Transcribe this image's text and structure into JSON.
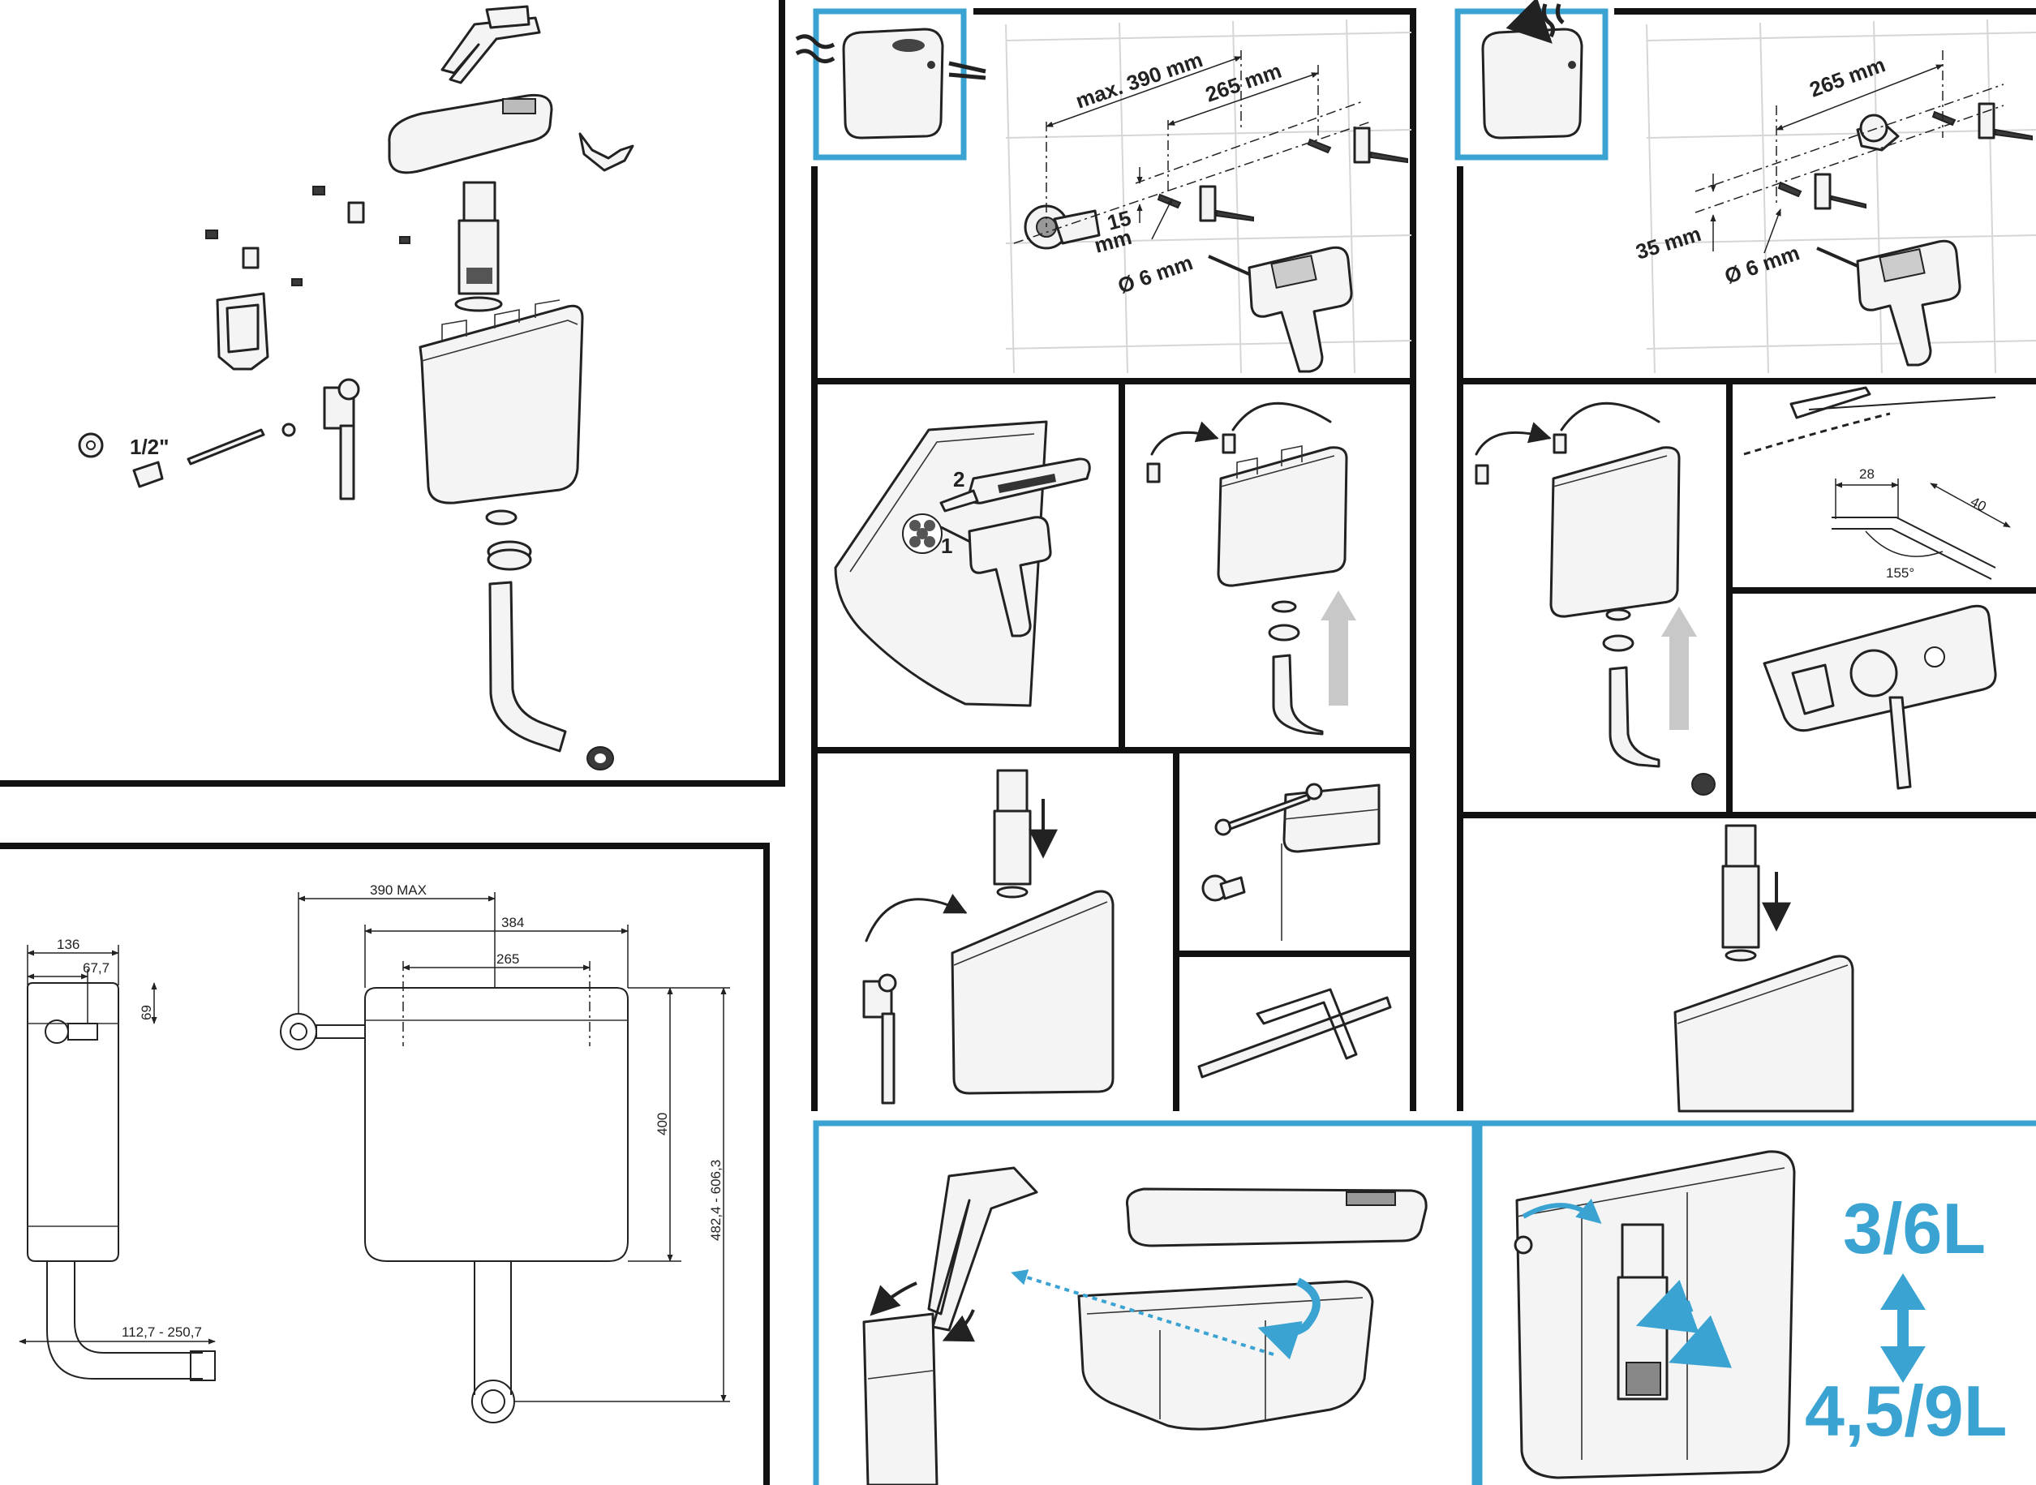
{
  "colors": {
    "frame": "#111111",
    "accent": "#3aa3d2",
    "arrow_grey": "#c8c8c8"
  },
  "exploded": {
    "thread_label": "1/2\""
  },
  "drawing": {
    "side_width": "136",
    "side_offset": "67,7",
    "side_top": "69",
    "pipe_range": "112,7 - 250,7",
    "width_max": "390 MAX",
    "width": "384",
    "hole_spacing": "265",
    "height": "400",
    "height_range": "482,4 - 606,3"
  },
  "mount_a": {
    "max_width": "max. 390 mm",
    "hole_spacing": "265 mm",
    "drop": "15",
    "drop_unit": "mm",
    "drill": "Ø 6 mm"
  },
  "mount_b": {
    "hole_spacing": "265 mm",
    "drop": "35 mm",
    "drill": "Ø 6 mm"
  },
  "steps": {
    "step1": "1",
    "step2": "2"
  },
  "pipe_cut": {
    "len1": "28",
    "len2": "40",
    "angle": "155°"
  },
  "flush": {
    "small": "3/6L",
    "large": "4,5/9L"
  }
}
